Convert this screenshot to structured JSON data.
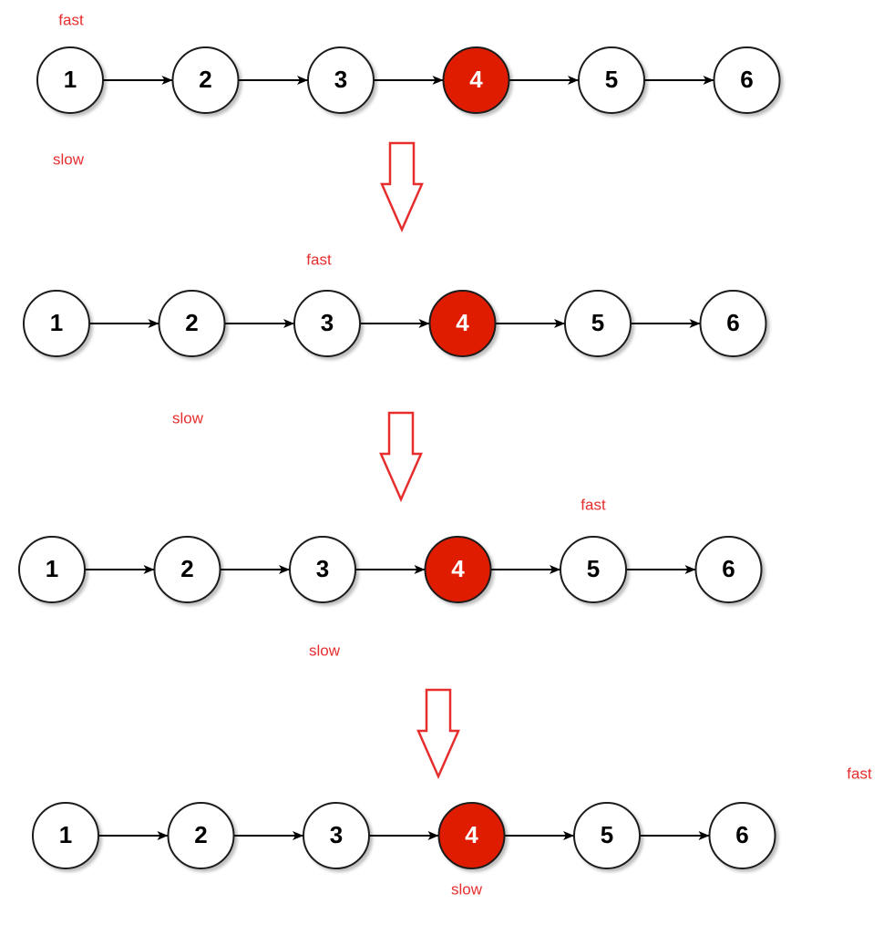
{
  "nodes": [
    {
      "label": "1",
      "highlighted": false
    },
    {
      "label": "2",
      "highlighted": false
    },
    {
      "label": "3",
      "highlighted": false
    },
    {
      "label": "4",
      "highlighted": true
    },
    {
      "label": "5",
      "highlighted": false
    },
    {
      "label": "6",
      "highlighted": false
    }
  ],
  "pointers": {
    "fast": "fast",
    "slow": "slow"
  },
  "steps": [
    {
      "fast_at": "1",
      "slow_at": "1"
    },
    {
      "fast_at": "3",
      "slow_at": "2"
    },
    {
      "fast_at": "5",
      "slow_at": "3"
    },
    {
      "fast_at": "past 6",
      "slow_at": "4"
    }
  ],
  "colors": {
    "highlight_fill": "#e01b00",
    "node_fill": "#ffffff",
    "node_stroke": "#1a1a1a",
    "pointer_text": "#e62e2e",
    "transition_arrow": "#e62e2e",
    "link_arrow": "#000000"
  }
}
